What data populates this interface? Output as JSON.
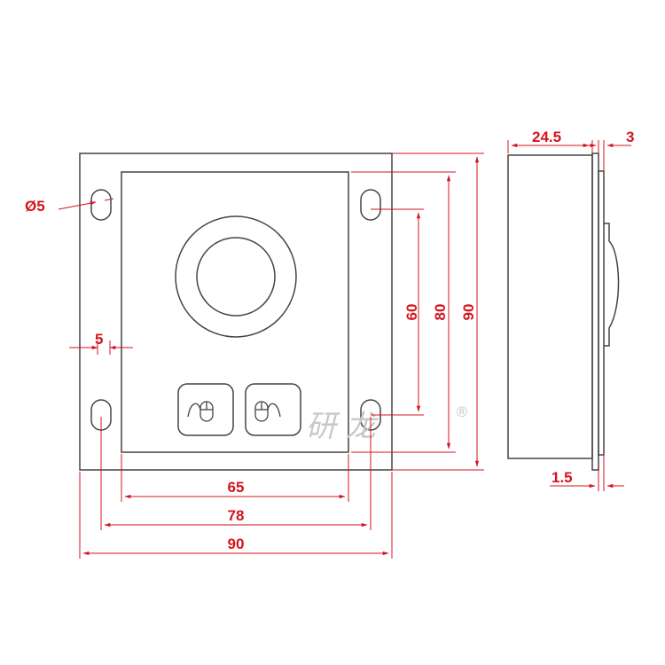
{
  "colors": {
    "outline": "#444444",
    "dimension": "#d4141e",
    "watermark": "#c8c8c8"
  },
  "icons": [
    "mouse-wave-icon",
    "mouse-wave-icon"
  ],
  "front_view": {
    "hole_diameter": "Ø5",
    "slot_width": "5",
    "height_inner": "60",
    "height_middle": "80",
    "height_outer": "90",
    "width_inner": "65",
    "width_middle": "78",
    "width_outer": "90"
  },
  "side_view": {
    "depth": "24.5",
    "bezel": "3",
    "plate": "1.5"
  },
  "watermark": {
    "text": "研 龙",
    "mark": "®"
  }
}
